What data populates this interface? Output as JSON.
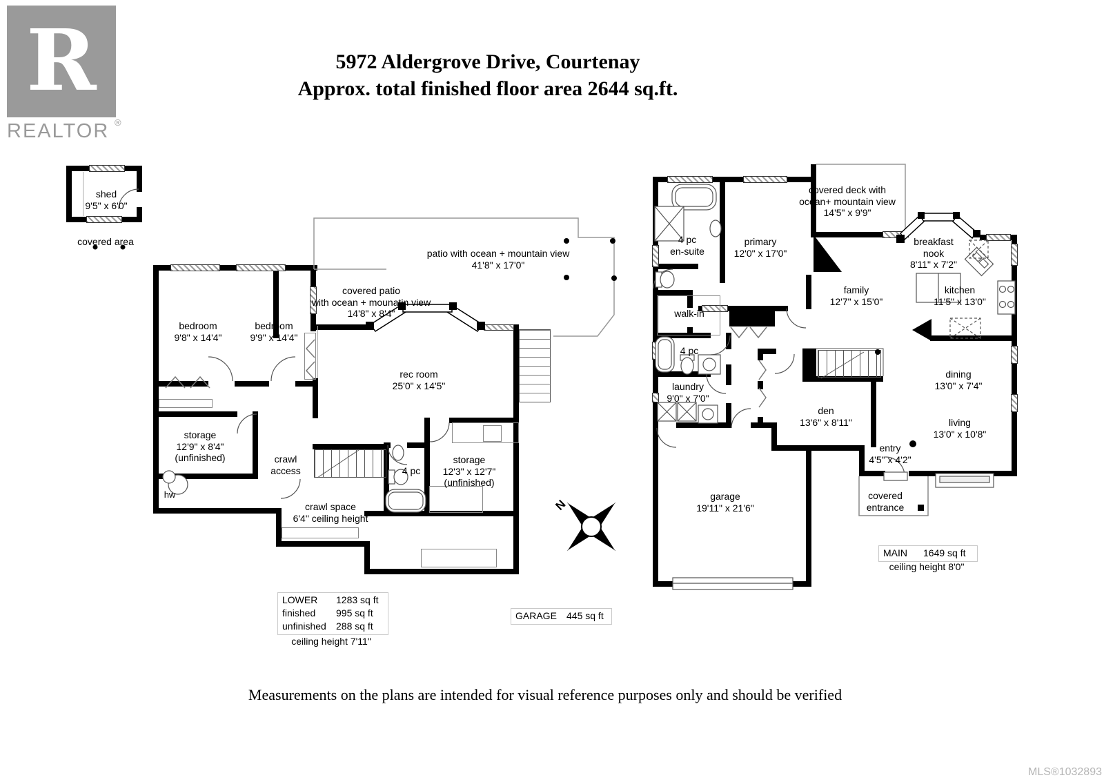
{
  "branding": {
    "logo_letter": "R",
    "logo_word": "REALTOR",
    "reg": "®"
  },
  "title": {
    "line1": "5972 Aldergrove Drive, Courtenay",
    "line2": "Approx. total finished floor area 2644 sq.ft."
  },
  "shed": {
    "name": "shed",
    "dims": "9'5\" x 6'0\"",
    "covered_area": "covered area"
  },
  "lower": {
    "patio": {
      "line1": "patio with ocean + mountain view",
      "dims": "41'8\" x 17'0\""
    },
    "covered_patio": {
      "line1": "covered patio",
      "line2": "with ocean + mounatin view",
      "dims": "14'8\" x 8'4\""
    },
    "bedroom1": {
      "name": "bedroom",
      "dims": "9'8\" x 14'4\""
    },
    "bedroom2": {
      "name": "bedroom",
      "dims": "9'9\" x 14'4\""
    },
    "rec_room": {
      "name": "rec room",
      "dims": "25'0\" x 14'5\""
    },
    "storage1": {
      "name": "storage",
      "dims": "12'9\" x 8'4\"",
      "note": "(unfinished)"
    },
    "crawl_access": {
      "line1": "crawl",
      "line2": "access"
    },
    "bath": {
      "name": "4 pc"
    },
    "storage2": {
      "name": "storage",
      "dims": "12'3\" x 12'7\"",
      "note": "(unfinished)"
    },
    "hw": {
      "name": "hw"
    },
    "crawl_space": {
      "line1": "crawl space",
      "line2": "6'4\" ceiling height"
    }
  },
  "main": {
    "ensuite": {
      "line1": "4 pc",
      "line2": "en-suite"
    },
    "primary": {
      "name": "primary",
      "dims": "12'0\" x 17'0\""
    },
    "covered_deck": {
      "line1": "covered deck with",
      "line2": "ocean+ mountain view",
      "dims": "14'5\" x 9'9\""
    },
    "breakfast_nook": {
      "line1": "breakfast",
      "line2": "nook",
      "dims": "8'11\" x 7'2\""
    },
    "kitchen": {
      "name": "kitchen",
      "dims": "11'5\" x 13'0\""
    },
    "family": {
      "name": "family",
      "dims": "12'7\" x 15'0\""
    },
    "walk_in": {
      "name": "walk-in"
    },
    "bath": {
      "name": "4 pc"
    },
    "laundry": {
      "name": "laundry",
      "dims": "9'0\" x 7'0\""
    },
    "den": {
      "name": "den",
      "dims": "13'6\" x 8'11\""
    },
    "dining": {
      "name": "dining",
      "dims": "13'0\" x 7'4\""
    },
    "living": {
      "name": "living",
      "dims": "13'0\" x 10'8\""
    },
    "entry": {
      "name": "entry",
      "dims": "4'5\" x 4'2\""
    },
    "covered_entrance": {
      "line1": "covered",
      "line2": "entrance"
    },
    "garage": {
      "name": "garage",
      "dims": "19'11\" x 21'6\""
    }
  },
  "compass": {
    "north": "N"
  },
  "stats": {
    "lower": {
      "rows": [
        [
          "LOWER",
          "1283 sq ft"
        ],
        [
          "finished",
          "995 sq ft"
        ],
        [
          "unfinished",
          "288 sq ft"
        ]
      ],
      "ceiling": "ceiling height 7'11\""
    },
    "garage": {
      "label": "GARAGE",
      "value": "445 sq ft"
    },
    "main": {
      "label": "MAIN",
      "value": "1649 sq ft",
      "ceiling": "ceiling height 8'0\""
    }
  },
  "disclaimer": "Measurements on the plans are intended for visual reference purposes only and should be verified",
  "mls": "MLS®1032893"
}
